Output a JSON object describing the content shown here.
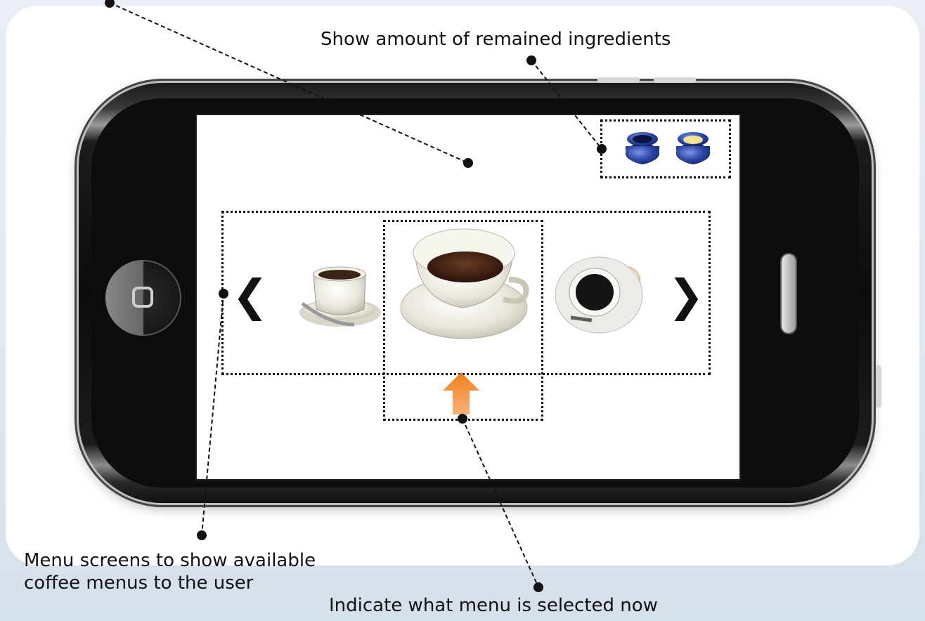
{
  "annotations": {
    "ingredients": "Show amount of remained ingredients",
    "menu_screens_line1": "Menu screens to show available",
    "menu_screens_line2": "coffee menus to the user",
    "selected_indicator": "Indicate what menu is selected now"
  },
  "navigation": {
    "prev_glyph": "❮",
    "next_glyph": "❯"
  },
  "menu_items": [
    {
      "icon": "white-coffee-cup-with-spoon"
    },
    {
      "icon": "black-coffee-cup-selected"
    },
    {
      "icon": "espresso-top-view"
    }
  ],
  "ingredients": [
    {
      "icon": "ingredient-jar-empty"
    },
    {
      "icon": "ingredient-jar-filled"
    }
  ],
  "colors": {
    "selection_arrow": "#f39a3c",
    "jar_blue": "#2f4aa8",
    "annotation_text": "#111111"
  }
}
